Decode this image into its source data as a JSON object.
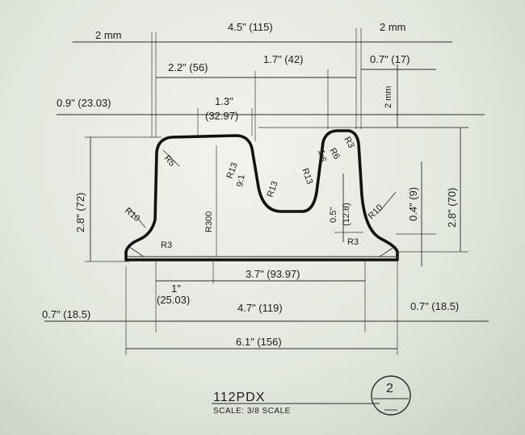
{
  "drawing": {
    "part_number": "112PDX",
    "scale_label": "SCALE: 3/8 SCALE",
    "detail_number": "2"
  },
  "dimensions": {
    "top_left_2mm": "2 mm",
    "overall_top": "4.5\" (115)",
    "top_right_2mm": "2 mm",
    "left_to_slot": "2.2\" (56)",
    "slot_to_right": "1.7\" (42)",
    "right_07": "0.7\" (17)",
    "right_vertical_2mm": "2 mm",
    "left_09": "0.9\" (23.03)",
    "hump_13": "1.3\"",
    "hump_13_mm": "(32.97)",
    "left_height": "2.8\" (72)",
    "right_height": "2.8\" (70)",
    "right_04": "0.4\" (9)",
    "slot_05": "0.5\"",
    "slot_05_mm": "(12.8)",
    "bottom_1in": "1\"",
    "bottom_1in_mm": "(25.03)",
    "bottom_37": "3.7\" (93.97)",
    "bottom_47": "4.7\" (119)",
    "bottom_07_left": "0.7\" (18.5)",
    "bottom_07_right": "0.7\" (18.5)",
    "overall_bottom": "6.1\" (156)"
  },
  "radii": {
    "r5": "R5",
    "r13_a": "R13",
    "r13_b": "R13",
    "r13_c": "R13",
    "r6": "R6",
    "r3_top": "R3",
    "r10_left": "R10",
    "r10_right": "R10",
    "r3_left": "R3",
    "r3_right": "R3",
    "r300": "R300",
    "taper_left": "9:1",
    "taper_right": "1:6"
  }
}
